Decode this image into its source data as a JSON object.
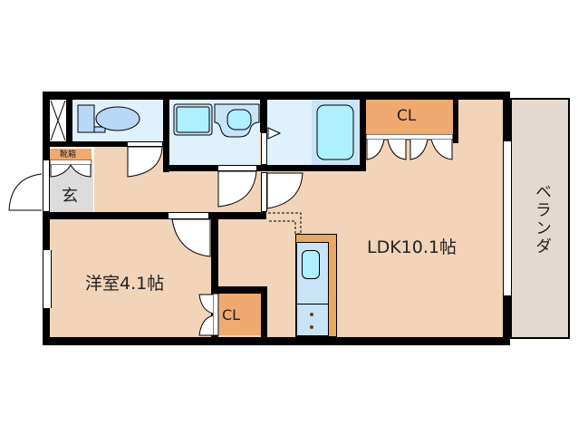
{
  "floorplan": {
    "rooms": {
      "ldk": {
        "label": "LDK10.1帖"
      },
      "western_room": {
        "label": "洋室4.1帖"
      },
      "entrance": {
        "label": "玄"
      },
      "shoe_box": {
        "label": "靴箱"
      },
      "closet_top": {
        "label": "CL"
      },
      "closet_bottom": {
        "label": "CL"
      },
      "veranda": {
        "label": "ベランダ"
      }
    },
    "colors": {
      "floor": "#f2d4b8",
      "wet_area": "#dff2fb",
      "closet": "#f0a96e",
      "entrance": "#dcdcdc",
      "veranda": "#e3d9d0",
      "kitchen_counter": "#e8a860",
      "fixture": "#aef0ff"
    }
  }
}
